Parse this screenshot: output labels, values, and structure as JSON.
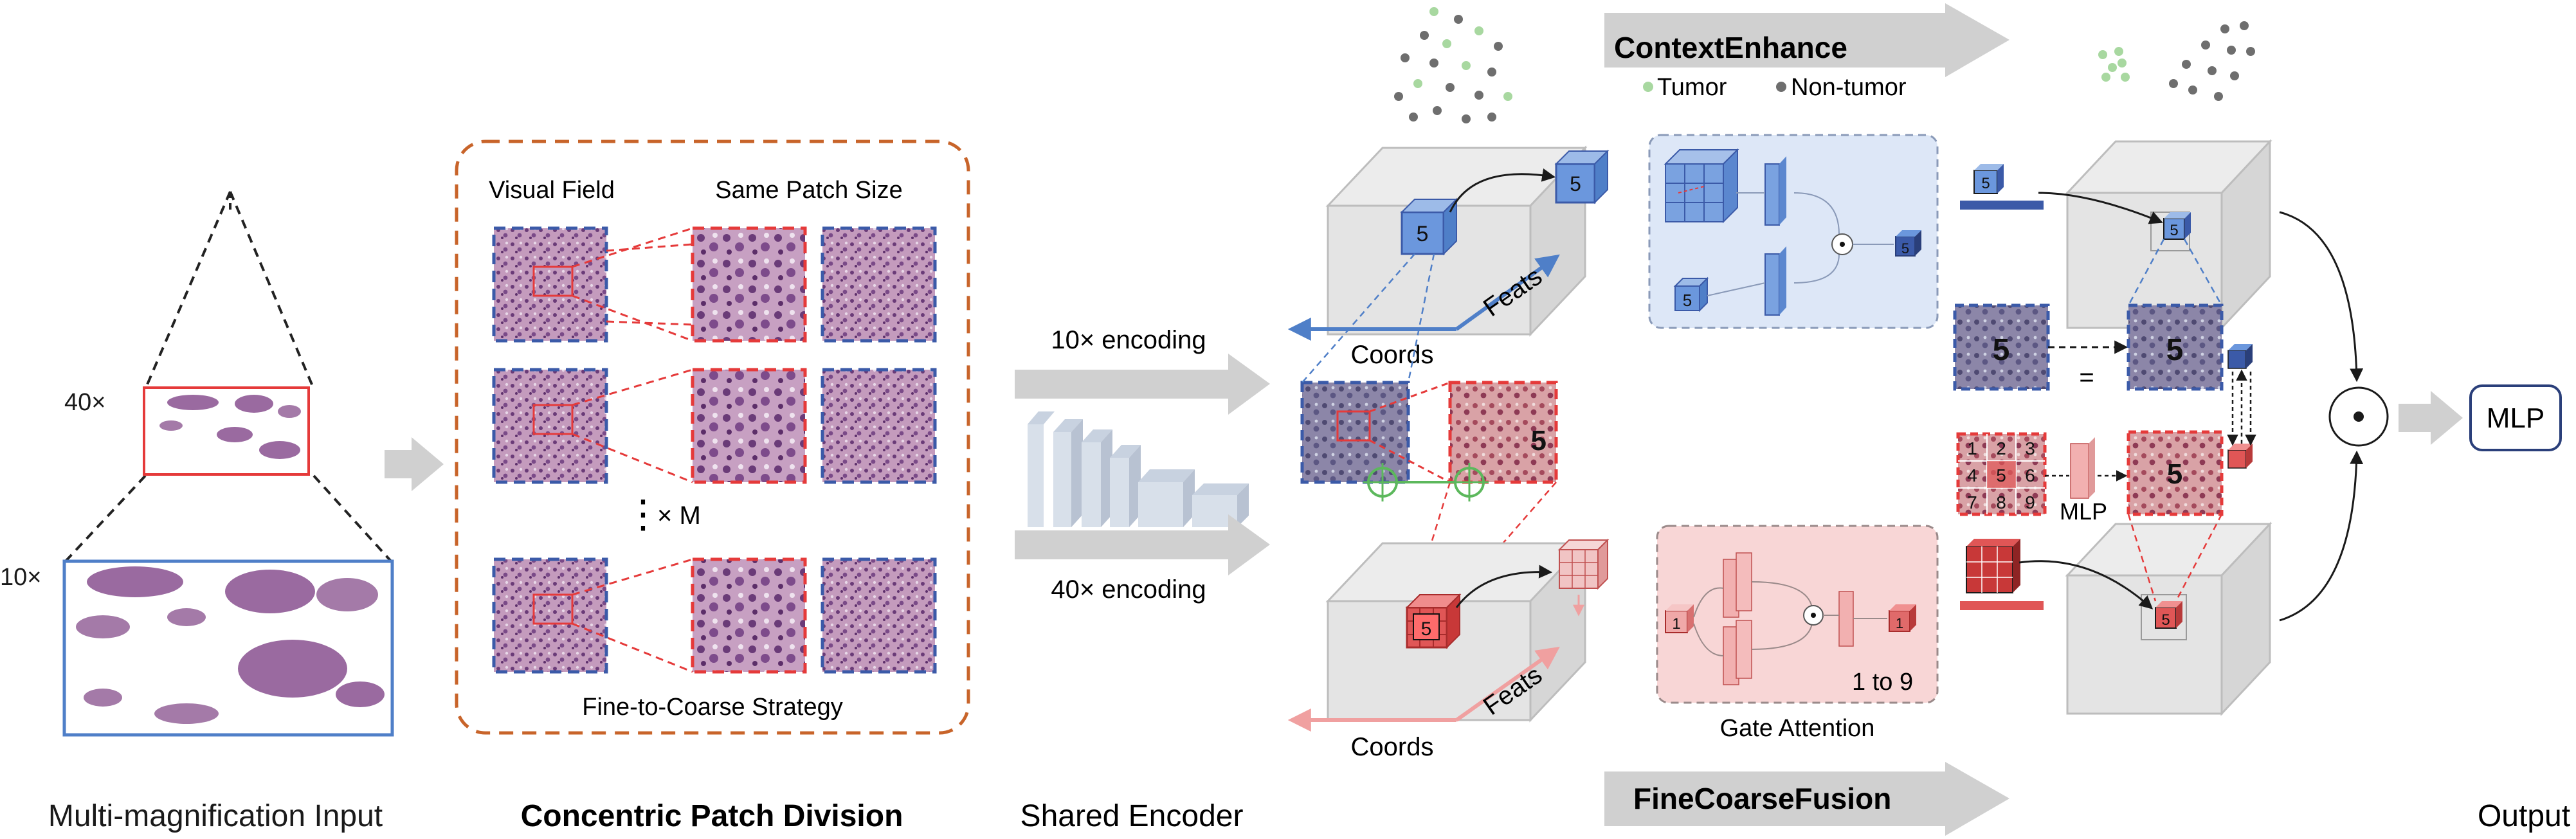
{
  "magnification_input": {
    "mag_40x": "40×",
    "mag_10x": "10×",
    "caption": "Multi-magnification Input"
  },
  "patch_division": {
    "visual_field": "Visual Field",
    "same_patch_size": "Same Patch Size",
    "ellipsis": "⋮",
    "times_m": "× M",
    "strategy": "Fine-to-Coarse Strategy",
    "caption": "Concentric Patch Division"
  },
  "encoder": {
    "enc_10x": "10× encoding",
    "enc_40x": "40× encoding",
    "caption": "Shared Encoder"
  },
  "context_enhance": {
    "title": "ContextEnhance",
    "legend_tumor": "Tumor",
    "legend_non_tumor": "Non-tumor",
    "cube_label": "5",
    "coords": "Coords",
    "feats": "Feats"
  },
  "fine_coarse_fusion": {
    "title": "FineCoarseFusion",
    "gate_attention": "Gate Attention",
    "range": "1 to 9",
    "cube_label_fine": "1",
    "coords": "Coords",
    "feats": "Feats",
    "mlp": "MLP",
    "grid_numbers": [
      "1",
      "2",
      "3",
      "4",
      "5",
      "6",
      "7",
      "8",
      "9"
    ]
  },
  "output": {
    "equals": "=",
    "odot": "⊙",
    "mlp": "MLP",
    "caption": "Output"
  },
  "colors": {
    "blue": "#4f7fc8",
    "red": "#e04a4a",
    "orange_dashed": "#c8642a",
    "tissue": "#9d6a9c",
    "gray_arrow": "#cfcfcf",
    "tumor_dot": "#a8d8a0",
    "non_tumor_dot": "#6e6e6e"
  }
}
